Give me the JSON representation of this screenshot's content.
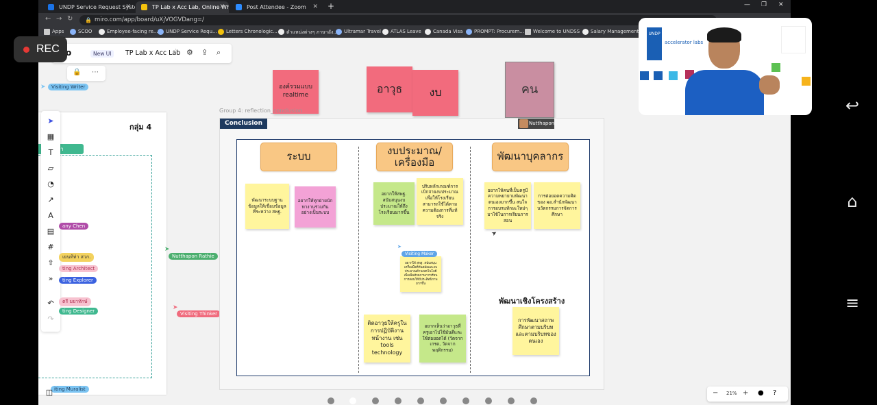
{
  "browser": {
    "tabs": [
      {
        "title": "UNDP Service Request System",
        "color": "#1a73e8"
      },
      {
        "title": "TP Lab x Acc Lab, Online Whiteb...",
        "color": "#f4c20d"
      },
      {
        "title": "Post Attendee - Zoom",
        "color": "#2d8cff"
      }
    ],
    "url": "miro.com/app/board/uXjVOGVDang=/",
    "bookmarks": [
      "Apps",
      "SCOO",
      "Employee-facing re...",
      "UNDP Service Requ...",
      "Letters Chronologic...",
      "ตำแหน่งต่างๆ ภาษาอัง...",
      "Ultramar Travel",
      "ATLAS Leave",
      "Canada Visa",
      "PROMPT: Procurem...",
      "Welcome to UNDSS",
      "Salary Management"
    ]
  },
  "recording": {
    "label": "REC"
  },
  "miro": {
    "new_ui": "New UI",
    "board_name": "TP Lab x Acc Lab",
    "left_frame": {
      "title": "กลุ่ม 4",
      "green_label": "กท่า"
    },
    "group_label": "Group 4: reflection_conclusion",
    "conclusion_tag": "Conclusion",
    "presenter_tag": "Nutthapon",
    "top_notes": [
      {
        "text": "องค์รวมแบบ realtime"
      },
      {
        "text": "อาวุธ"
      },
      {
        "text": "งบ"
      },
      {
        "text": "คน"
      }
    ],
    "headers": [
      "ระบบ",
      "งบประมาณ/เครื่องมือ",
      "พัฒนาบุคลากร"
    ],
    "stickies": [
      {
        "text": "พัฒนาระบบฐานข้อมูลให้เชื่อมข้อมูลที่ระหว่าง สพฐ."
      },
      {
        "text": "อยากให้ทุกฝ่ายนักทางานร่วมกันอย่างเป็นระบบ"
      },
      {
        "text": "อยากให้สพฐ. สนับสนุนงบประมาณให้ถึงโรงเรียนมากขึ้น"
      },
      {
        "text": "ปรับหลักเกณฑ์การเบิกจ่ายงบประมาณเพื่อให้โรงเรียนสามารถใช้ได้ตามความต้องการที่แท้จริง"
      },
      {
        "text": "อยากให้คนที่เป็นครูมีความพยายามพัฒนาตนเองมากขึ้น สนใจการอบรมทักษะใหม่ๆ มาใช้ในการเรียนการสอน"
      },
      {
        "text": "การต่อยอดความคิดของ ผอ.สำนักพัฒนานวัตกรรมการจัดการศึกษา"
      },
      {
        "text": "อยากให้ สพฐ. สนับสนุนเครื่องมือที่ทันสมัยและงบประมาณด้านเทคโนโลยีเพื่อเพิ่มศักยภาพการเรียนการสอนให้มีประสิทธิภาพมากขึ้น"
      },
      {
        "text": "ติดอาวุธให้ครูในการปฏิบัติงานหน้างาน เช่น tools technology"
      },
      {
        "text": "อยากเห็นว่าอาวุธที่ครูเอาไปใช้มันดีและใช้ต่อยอดได้ (วัดจากเกรด, วัดจากพฤติกรรม)"
      },
      {
        "text": "การพัฒนาสถาพศึกษาตามบริบทและตามบริบทของตนเอง"
      }
    ],
    "section_title": "พัฒนาเชิงโครงสร้าง",
    "cursors": [
      {
        "label": "Visiting Writer",
        "color": "#7cc4f2"
      },
      {
        "label": "Nutthapon Rathie",
        "color": "#4caf6f"
      },
      {
        "label": "Visiting Thinker",
        "color": "#f06b7d"
      },
      {
        "label": "Visiting Maker",
        "color": "#5ea4e8"
      }
    ],
    "side_labels": [
      {
        "text": "any Chen",
        "color": "#b04ca8"
      },
      {
        "text": "เยนท้ท่า สวก.",
        "color": "#f3d25f"
      },
      {
        "text": "ting Architect",
        "color": "#f7c2d0"
      },
      {
        "text": "ting Explorer",
        "color": "#3b62e0"
      },
      {
        "text": "ตรี มยาทักษ์",
        "color": "#f7c2d0"
      },
      {
        "text": "ting Designer",
        "color": "#3fb88f"
      },
      {
        "text": "iting Muralist",
        "color": "#7cc4f2"
      }
    ],
    "zoom": "21%"
  },
  "video": {
    "org": "UNDP",
    "org_sub": "accelerator labs"
  }
}
